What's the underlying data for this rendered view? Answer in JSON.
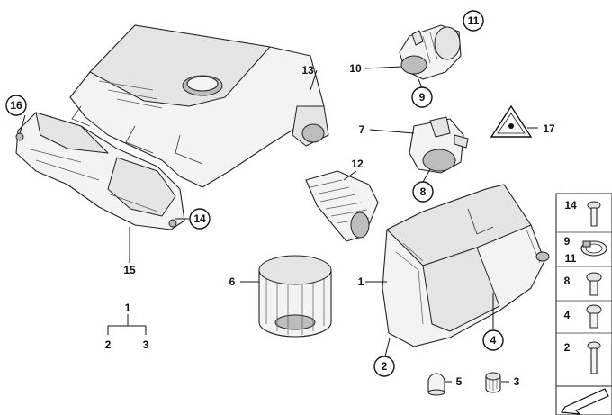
{
  "callouts": {
    "c1": "1",
    "c2": "2",
    "c3": "3",
    "c4": "4",
    "c5": "5",
    "c6": "6",
    "c7": "7",
    "c8": "8",
    "c9": "9",
    "c10": "10",
    "c11": "11",
    "c12": "12",
    "c13": "13",
    "c14": "14",
    "c15": "15",
    "c16": "16",
    "c17": "17",
    "c2b": "2",
    "c3b": "3"
  },
  "hardware_panel": [
    "14",
    "9",
    "11",
    "8",
    "4",
    "2"
  ],
  "warning_symbol": "warning-triangle-icon"
}
